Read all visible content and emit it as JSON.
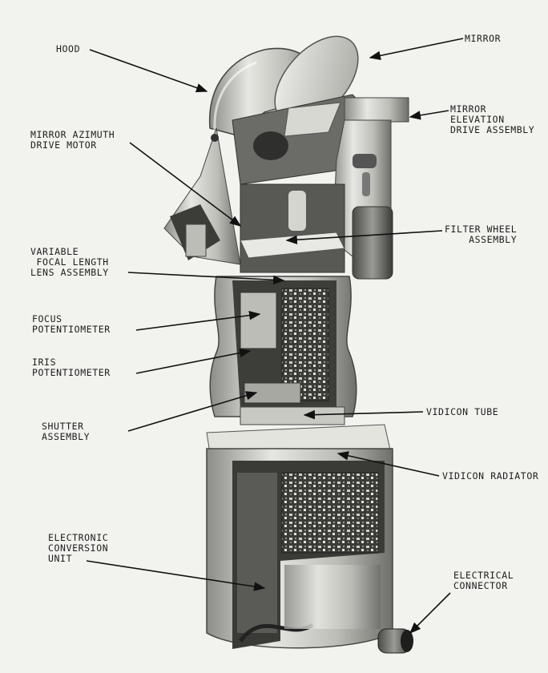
{
  "diagram": {
    "labels": {
      "hood": [
        "HOOD"
      ],
      "mirror": [
        "MIRROR"
      ],
      "mirror_elevation": [
        "MIRROR",
        "ELEVATION",
        "DRIVE ASSEMBLY"
      ],
      "mirror_azimuth": [
        "MIRROR AZIMUTH",
        "DRIVE MOTOR"
      ],
      "filter_wheel": [
        "FILTER WHEEL",
        "ASSEMBLY"
      ],
      "variable_lens": [
        "VARIABLE",
        "FOCAL LENGTH",
        "LENS ASSEMBLY"
      ],
      "focus_pot": [
        "FOCUS",
        "POTENTIOMETER"
      ],
      "iris_pot": [
        "IRIS",
        "POTENTIOMETER"
      ],
      "vidicon_tube": [
        "VIDICON TUBE"
      ],
      "shutter": [
        "SHUTTER",
        "ASSEMBLY"
      ],
      "vidicon_radiator": [
        "VIDICON RADIATOR"
      ],
      "electronic_unit": [
        "ELECTRONIC",
        "CONVERSION",
        "UNIT"
      ],
      "electrical_connector": [
        "ELECTRICAL",
        "CONNECTOR"
      ]
    }
  }
}
